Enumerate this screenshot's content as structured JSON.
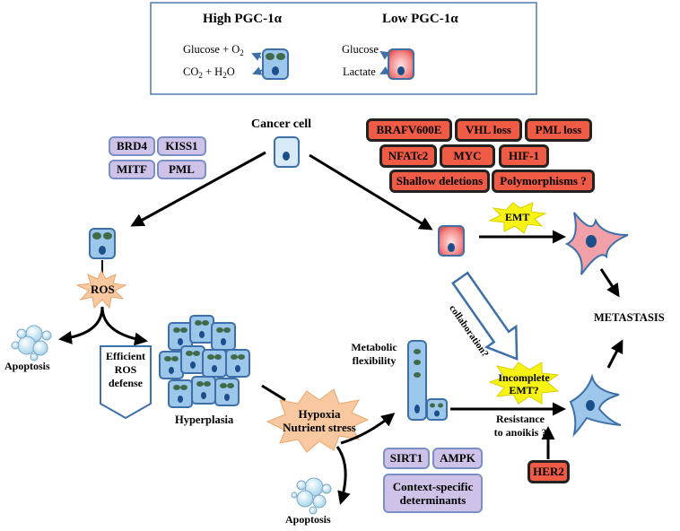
{
  "legend": {
    "high_title": "High PGC-1α",
    "low_title": "Low PGC-1α",
    "high_in_prefix": "Glucose + O",
    "high_in_sub": "2",
    "high_out_a": "CO",
    "high_out_sub1": "2",
    "high_out_b": " + H",
    "high_out_sub2": "2",
    "high_out_c": "O",
    "low_in": "Glucose",
    "low_out": "Lactate"
  },
  "nodes": {
    "cancer_cell": "Cancer cell",
    "ros": "ROS",
    "apoptosis_left": "Apoptosis",
    "ros_defense": [
      "Efficient",
      "ROS",
      "defense"
    ],
    "hyperplasia": "Hyperplasia",
    "hypoxia": [
      "Hypoxia",
      "Nutrient stress"
    ],
    "apoptosis_bottom": "Apoptosis",
    "metabolic_flexibility": [
      "Metabolic",
      "flexibility"
    ],
    "emt": "EMT",
    "collaboration": "collaboration?",
    "incomplete_emt": [
      "Incomplete",
      "EMT?"
    ],
    "resistance": [
      "Resistance",
      "to anoikis ?"
    ],
    "metastasis": "METASTASIS"
  },
  "left_factors": [
    "BRD4",
    "KISS1",
    "MITF",
    "PML"
  ],
  "right_factors": [
    "BRAFV600E",
    "VHL loss",
    "PML loss",
    "NFATc2",
    "MYC",
    "HIF-1",
    "Shallow deletions",
    "Polymorphisms ?"
  ],
  "bottom_factors": [
    "SIRT1",
    "AMPK",
    "Context-specific determinants"
  ],
  "her2": "HER2",
  "colors": {
    "blue_cell": "#9cc6ea",
    "blue_border": "#3d6fa8",
    "nucleus": "#1b4f8a",
    "mito": "#3f6b4a",
    "red_cell": "#f06a6a",
    "lavender": "#cfc2e8",
    "red_box": "#ef5b45",
    "starburst_orange": "#f8c9a0",
    "starburst_yellow": "#f7f215"
  }
}
